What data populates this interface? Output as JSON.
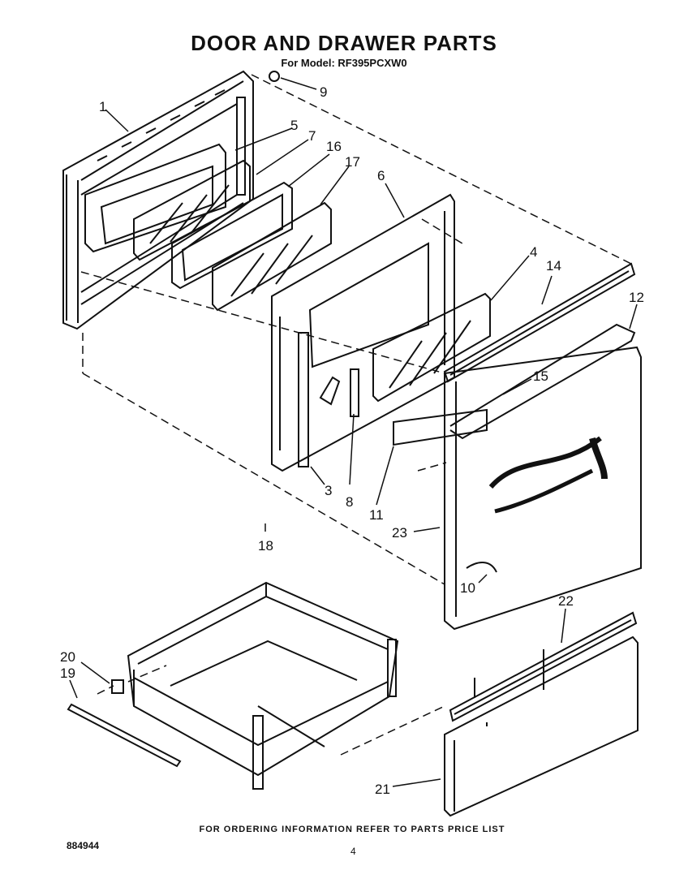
{
  "title": "DOOR AND DRAWER PARTS",
  "subtitle": "For Model: RF395PCXW0",
  "footer_note": "FOR ORDERING INFORMATION REFER TO PARTS PRICE LIST",
  "doc_number": "884944",
  "page_number": "4",
  "callouts": [
    "1",
    "5",
    "7",
    "16",
    "17",
    "9",
    "6",
    "4",
    "14",
    "12",
    "15",
    "3",
    "8",
    "11",
    "23",
    "10",
    "18",
    "22",
    "20",
    "19",
    "21"
  ]
}
